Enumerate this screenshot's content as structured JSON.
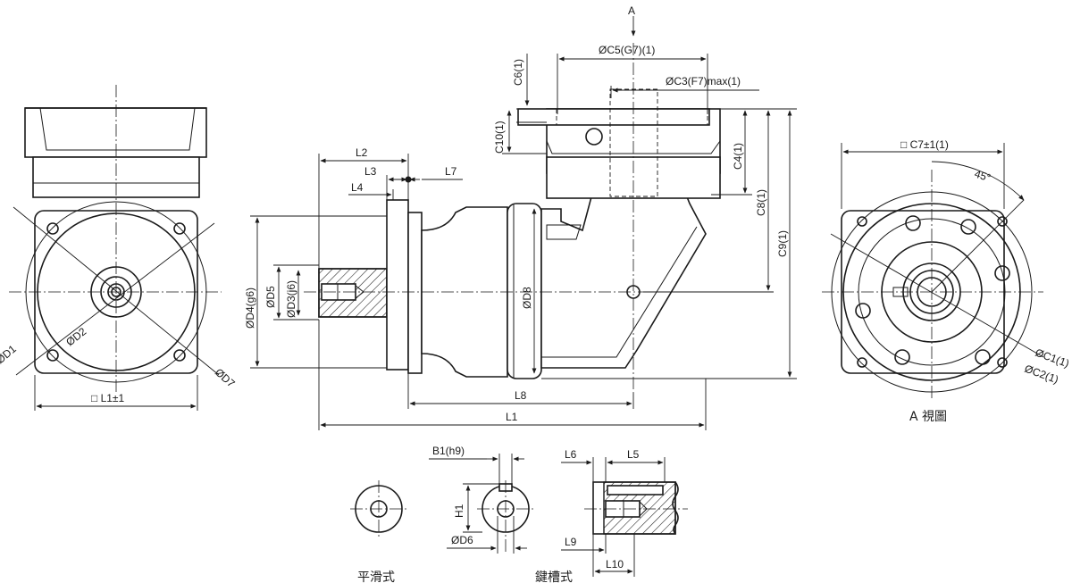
{
  "view_marker": "A",
  "view_caption": "A 視圖",
  "caption_smooth": "平滑式",
  "caption_keyed": "鍵槽式",
  "labels": {
    "C5": "ØC5(G7)(1)",
    "C3": "ØC3(F7)max(1)",
    "C6": "C6(1)",
    "C10": "C10(1)",
    "C4": "C4(1)",
    "C8": "C8(1)",
    "C9": "C9(1)",
    "C7": "□ C7±1(1)",
    "angle45": "45°",
    "C1": "ØC1(1)",
    "C2": "ØC2(1)",
    "L1sq": "□ L1±1",
    "D1": "ØD1",
    "D2": "ØD2",
    "D7": "ØD7",
    "L2": "L2",
    "L3": "L3",
    "L4": "L4",
    "L7": "L7",
    "D4": "ØD4(g6)",
    "D5": "ØD5",
    "D3": "ØD3(j6)",
    "D8": "ØD8",
    "L8": "L8",
    "L1": "L1",
    "B1": "B1(h9)",
    "H1": "H1",
    "D6": "ØD6",
    "L6": "L6",
    "L5": "L5",
    "L9": "L9",
    "L10": "L10"
  },
  "colors": {
    "line": "#1a1a1a",
    "background": "#ffffff",
    "hatch": "#1a1a1a"
  }
}
